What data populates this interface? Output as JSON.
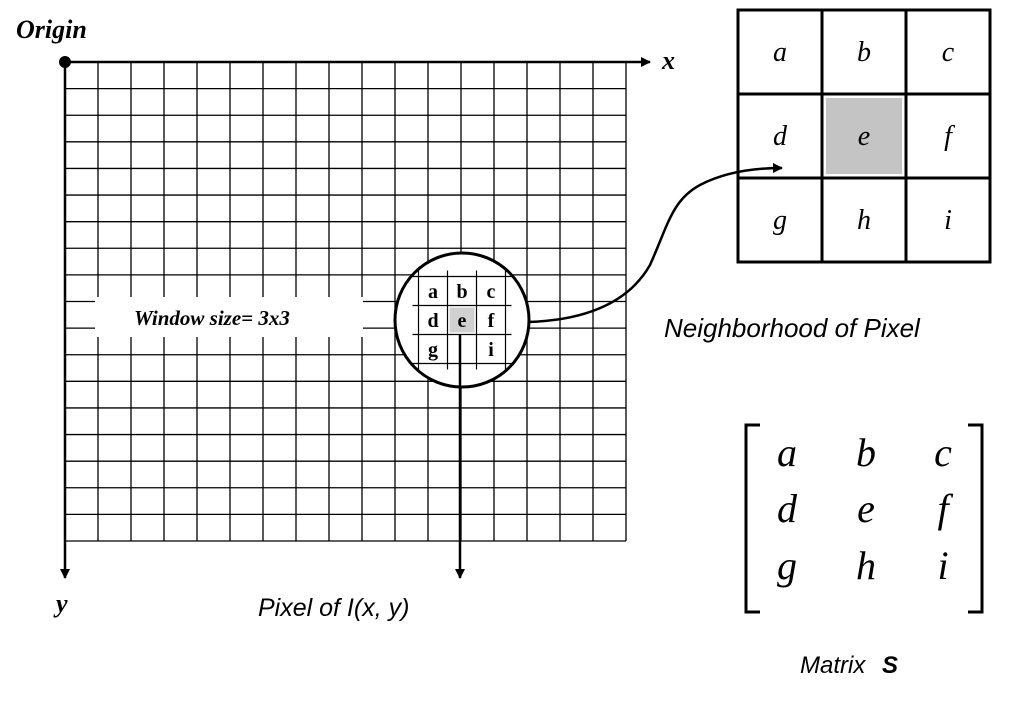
{
  "labels": {
    "origin": "Origin",
    "x_axis": "x",
    "y_axis": "y",
    "window_size": "Window size= 3x3",
    "pixel_caption": "Pixel of I(x, y)",
    "neighborhood_caption": "Neighborhood of Pixel",
    "matrix_caption_prefix": "Matrix",
    "matrix_caption_symbol": "S"
  },
  "grid": {
    "rows": 18,
    "cols": 17
  },
  "window": {
    "cells": [
      "a",
      "b",
      "c",
      "d",
      "e",
      "f",
      "g",
      "",
      "i"
    ],
    "highlight_index": 4,
    "highlight_color": "#d0d0d0"
  },
  "neighborhood": {
    "cells": [
      "a",
      "b",
      "c",
      "d",
      "e",
      "f",
      "g",
      "h",
      "i"
    ],
    "highlight_index": 4,
    "highlight_color": "#c4c4c4"
  },
  "matrix": {
    "rows": [
      [
        "a",
        "b",
        "c"
      ],
      [
        "d",
        "e",
        "f"
      ],
      [
        "g",
        "h",
        "i"
      ]
    ]
  }
}
